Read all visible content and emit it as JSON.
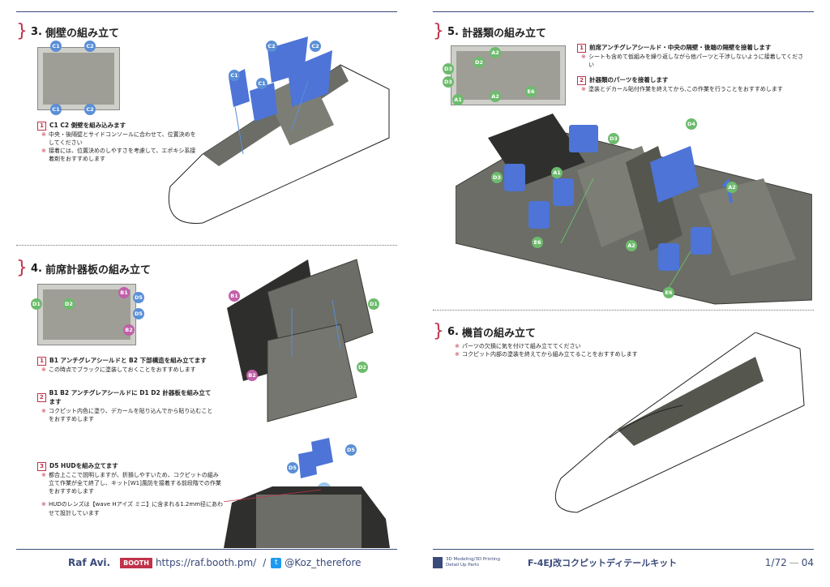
{
  "left": {
    "step3": {
      "number": "3.",
      "title": "側壁の組み立て",
      "thumb_tags": [
        "C1",
        "C2",
        "C1",
        "C2"
      ],
      "instr": {
        "num": "1",
        "title": "C1 C2 側壁を組み込みます",
        "notes": [
          "中央・後隔壁とサイドコンソールに合わせて、位置決めをしてください",
          "接着には、位置決めのしやすさを考慮して、エポキシ系接着剤をおすすめします"
        ]
      },
      "part_tags": [
        "C1",
        "C2",
        "C1",
        "C2"
      ]
    },
    "step4": {
      "number": "4.",
      "title": "前席計器板の組み立て",
      "thumb_tags": [
        "B1",
        "D5",
        "D1",
        "D2",
        "D5",
        "B2"
      ],
      "instr": [
        {
          "num": "1",
          "title": "B1 アンチグレアシールドと B2 下部構造を組み立てます",
          "notes": [
            "この時点でブラックに塗装しておくことをおすすめします"
          ]
        },
        {
          "num": "2",
          "title": "B1 B2 アンチグレアシールドに D1 D2 計器板を組み立てます",
          "notes": [
            "コクピット内色に塗り、デカールを貼り込んでから貼り込むことをおすすめします"
          ]
        },
        {
          "num": "3",
          "title": "D5 HUDを組み立てます",
          "notes": [
            "都合上ここで説明しますが、折損しやすいため、コクピットの組み立て作業が全て終了し、キット[W1]風防を接着する前段階での作業をおすすめします",
            "HUDのレンズは【wave Hアイズ ミニ】に含まれる1.2mm径にあわせて設計しています"
          ]
        }
      ],
      "part_tags": [
        "B1",
        "D1",
        "B2",
        "D2",
        "D5",
        "D5"
      ]
    },
    "footer": {
      "brand": "Raf Avi.",
      "booth": "BOOTH",
      "url": "https://raf.booth.pm/",
      "twitter": "@Koz_therefore"
    }
  },
  "right": {
    "step5": {
      "number": "5.",
      "title": "計器類の組み立て",
      "thumb_tags": [
        "A2",
        "D2",
        "D3",
        "D3",
        "A1",
        "A2",
        "E6"
      ],
      "instr": [
        {
          "num": "1",
          "title": "前席アンチグレアシールド・中央の隔壁・後端の隔壁を接着します",
          "notes": [
            "シートも含めて仮組みを繰り返しながら他パーツと干渉しないように接着してください"
          ]
        },
        {
          "num": "2",
          "title": "計器類のパーツを接着します",
          "notes": [
            "塗装とデカール貼付作業を終えてから,この作業を行うことをおすすめします"
          ]
        }
      ],
      "part_tags": [
        "D4",
        "D3",
        "D3",
        "A1",
        "A2",
        "A2",
        "E6",
        "E6"
      ]
    },
    "step6": {
      "number": "6.",
      "title": "機首の組み立て",
      "notes": [
        "パーツの欠損に気を付けて組み立ててください",
        "コクピット内部の塗装を終えてから組み立てることをおすすめします"
      ]
    },
    "footer": {
      "logo_line1": "3D Modeling/3D Printing",
      "logo_line2": "Detail Up Parts",
      "product": "F-4EJ改コクピットディテールキット",
      "scale": "1/72",
      "page": "04"
    }
  },
  "colors": {
    "accent": "#c0334a",
    "navy": "#3a4a7a",
    "part_blue": "#4d74d6",
    "part_gray": "#6b6d66"
  }
}
